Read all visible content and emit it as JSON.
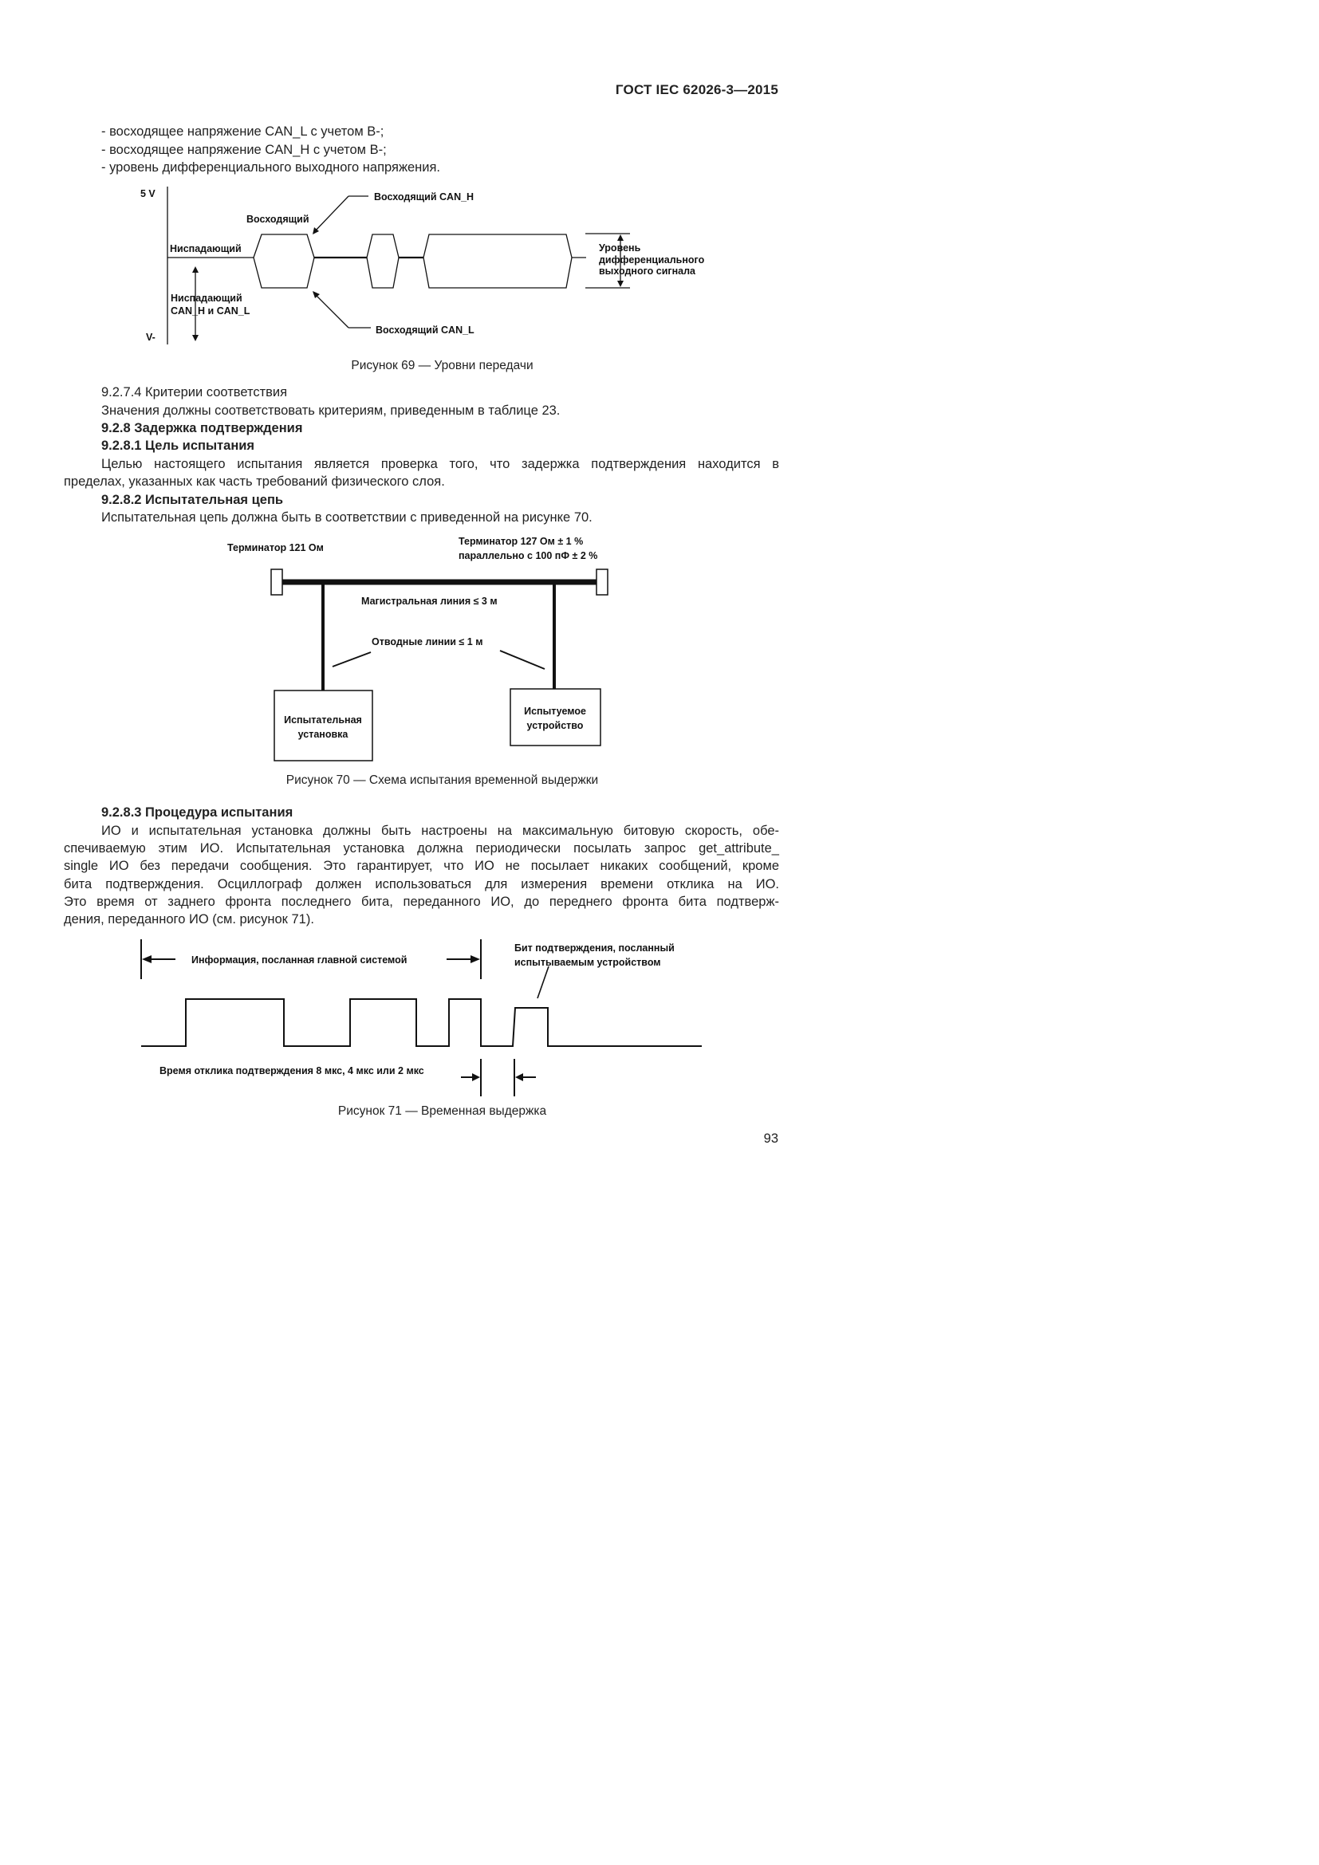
{
  "header": {
    "doc_id": "ГОСТ IEC 62026-3—2015"
  },
  "bullets": [
    "- восходящее напряжение CAN_L с учетом B-;",
    "- восходящее напряжение CAN_H с учетом B-;",
    "- уровень дифференциального выходного напряжения."
  ],
  "fig69": {
    "label_5v": "5 V",
    "label_vminus": "V-",
    "label_rising": "Восходящий",
    "label_rising_canh": "Восходящий CAN_H",
    "label_falling": "Ниспадающий",
    "label_falling_can_1": "Ниспадающий",
    "label_falling_can_2": "CAN_H и CAN_L",
    "label_rising_canl": "Восходящий CAN_L",
    "label_level_1": "Уровень",
    "label_level_2": "дифференциального",
    "label_level_3": "выходного сигнала",
    "caption": "Рисунок 69 — Уровни передачи"
  },
  "sec_9274": {
    "heading": "9.2.7.4  Критерии соответствия",
    "text": "Значения должны соответствовать критериям, приведенным в таблице 23."
  },
  "sec_928": {
    "heading": "9.2.8  Задержка подтверждения"
  },
  "sec_9281": {
    "heading": "9.2.8.1  Цель испытания",
    "line1": "Целью настоящего испытания является проверка того, что задержка подтверждения находится в",
    "line2": "пределах, указанных как часть требований физического слоя."
  },
  "sec_9282": {
    "heading": "9.2.8.2  Испытательная цепь",
    "text": "Испытательная цепь должна быть в соответствии с приведенной на рисунке 70."
  },
  "fig70": {
    "term1": "Терминатор 121 Ом",
    "term2_1": "Терминатор 127 Ом ± 1 %",
    "term2_2": "параллельно с 100 пФ ± 2 %",
    "trunk": "Магистральная линия ≤ 3 м",
    "drops": "Отводные линии ≤ 1 м",
    "box1_1": "Испытательная",
    "box1_2": "установка",
    "box2_1": "Испытуемое",
    "box2_2": "устройство",
    "caption": "Рисунок 70 — Схема испытания временной выдержки"
  },
  "sec_9283": {
    "heading": "9.2.8.3  Процедура испытания",
    "lines": [
      "ИО и испытательная установка должны быть настроены на максимальную битовую скорость, обе-",
      "спечиваемую этим ИО. Испытательная установка должна периодически посылать запрос get_attribute_",
      "single ИО без передачи сообщения. Это гарантирует, что ИО не посылает никаких сообщений, кроме",
      "бита подтверждения. Осциллограф должен использоваться для измерения времени отклика на ИО.",
      "Это время от заднего фронта последнего бита, переданного ИО, до переднего фронта бита подтверж-",
      "дения, переданного ИО (см. рисунок 71)."
    ]
  },
  "fig71": {
    "info": "Информация, посланная главной системой",
    "ack_1": "Бит подтверждения, посланный",
    "ack_2": "испытываемым устройством",
    "resp": "Время отклика подтверждения 8 мкс, 4 мкс или 2 мкс",
    "caption": "Рисунок 71 — Временная выдержка"
  },
  "footer": {
    "page_number": "93"
  }
}
